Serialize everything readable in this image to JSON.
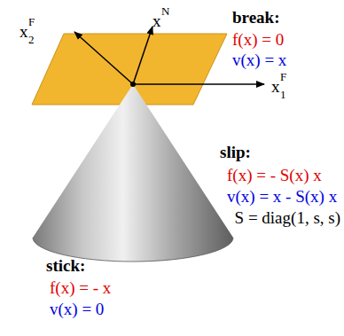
{
  "diagram": {
    "labels": [
      "break:",
      "f(x) = 0",
      "v(x) = x",
      "slip:",
      "f(x) = - S(x) x",
      "v(x) = x - S(x) x",
      "S = diag(1, s, s)",
      "stick:",
      "f(x) = - x",
      "v(x) = 0",
      "x",
      "2",
      "F",
      "x",
      "N",
      "x",
      "1",
      "F"
    ]
  }
}
